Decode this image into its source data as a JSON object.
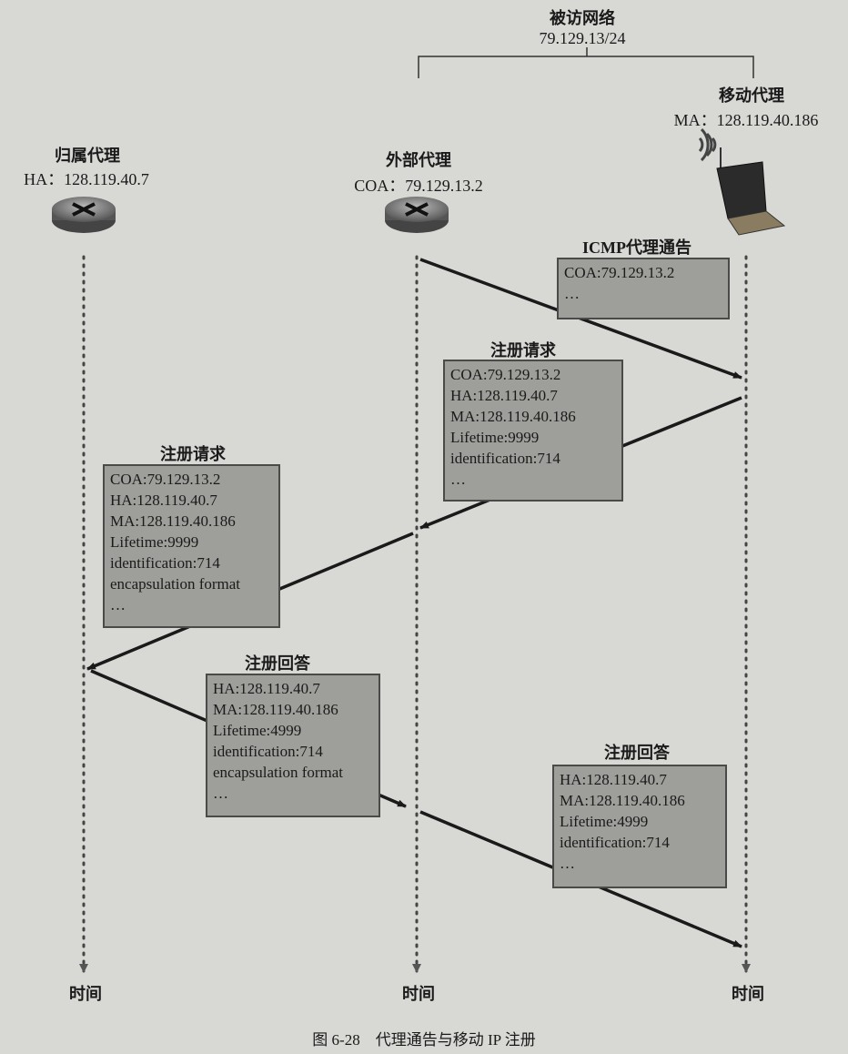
{
  "visited_network": {
    "title": "被访网络",
    "subnet": "79.129.13/24"
  },
  "home_agent": {
    "title": "归属代理",
    "address": "HA：128.119.40.7",
    "time_label": "时间"
  },
  "foreign_agent": {
    "title": "外部代理",
    "address": "COA：79.129.13.2",
    "time_label": "时间"
  },
  "mobile_agent": {
    "title": "移动代理",
    "address": "MA：128.119.40.186",
    "time_label": "时间"
  },
  "messages": [
    {
      "label": "ICMP代理通告",
      "fields": [
        "COA:79.129.13.2",
        "…"
      ]
    },
    {
      "label": "注册请求",
      "fields": [
        "COA:79.129.13.2",
        "HA:128.119.40.7",
        "MA:128.119.40.186",
        "Lifetime:9999",
        "identification:714",
        "…"
      ]
    },
    {
      "label": "注册请求",
      "fields": [
        "COA:79.129.13.2",
        "HA:128.119.40.7",
        "MA:128.119.40.186",
        "Lifetime:9999",
        "identification:714",
        "encapsulation format",
        "…"
      ]
    },
    {
      "label": "注册回答",
      "fields": [
        "HA:128.119.40.7",
        "MA:128.119.40.186",
        "Lifetime:4999",
        "identification:714",
        "encapsulation format",
        "…"
      ]
    },
    {
      "label": "注册回答",
      "fields": [
        "HA:128.119.40.7",
        "MA:128.119.40.186",
        "Lifetime:4999",
        "identification:714",
        "…"
      ]
    }
  ],
  "caption": "图 6-28　代理通告与移动 IP 注册"
}
